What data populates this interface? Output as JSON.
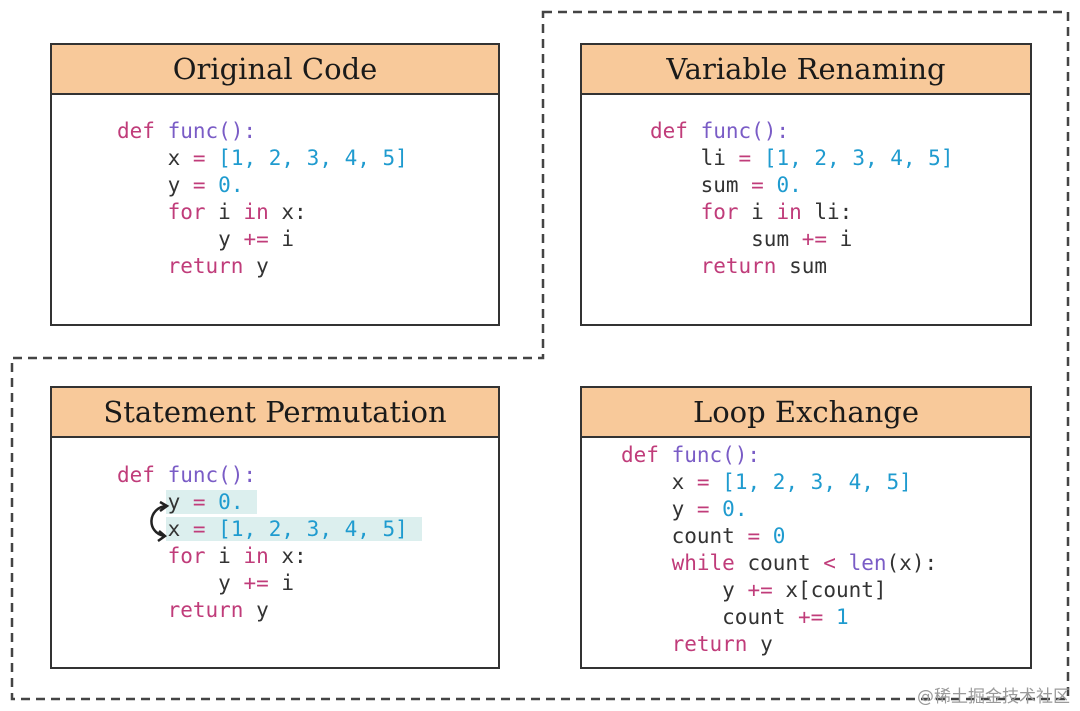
{
  "panels": {
    "original": {
      "title": "Original Code",
      "lines": [
        {
          "indent": 0,
          "tokens": [
            {
              "t": "def ",
              "c": "kw"
            },
            {
              "t": "func():",
              "c": "fn"
            }
          ]
        },
        {
          "indent": 1,
          "tokens": [
            {
              "t": "x ",
              "c": "txt"
            },
            {
              "t": "= ",
              "c": "op"
            },
            {
              "t": "[1, 2, 3, 4, 5]",
              "c": "num"
            }
          ]
        },
        {
          "indent": 1,
          "tokens": [
            {
              "t": "y ",
              "c": "txt"
            },
            {
              "t": "= ",
              "c": "op"
            },
            {
              "t": "0.",
              "c": "num"
            }
          ]
        },
        {
          "indent": 1,
          "tokens": [
            {
              "t": "for ",
              "c": "kw"
            },
            {
              "t": "i ",
              "c": "txt"
            },
            {
              "t": "in ",
              "c": "kw"
            },
            {
              "t": "x:",
              "c": "txt"
            }
          ]
        },
        {
          "indent": 2,
          "tokens": [
            {
              "t": "y ",
              "c": "txt"
            },
            {
              "t": "+= ",
              "c": "op"
            },
            {
              "t": "i",
              "c": "txt"
            }
          ]
        },
        {
          "indent": 1,
          "tokens": [
            {
              "t": "return ",
              "c": "kw"
            },
            {
              "t": "y",
              "c": "txt"
            }
          ]
        }
      ]
    },
    "renaming": {
      "title": "Variable Renaming",
      "lines": [
        {
          "indent": 0,
          "tokens": [
            {
              "t": "def ",
              "c": "kw"
            },
            {
              "t": "func():",
              "c": "fn"
            }
          ]
        },
        {
          "indent": 1,
          "tokens": [
            {
              "t": "li ",
              "c": "txt"
            },
            {
              "t": "= ",
              "c": "op"
            },
            {
              "t": "[1, 2, 3, 4, 5]",
              "c": "num"
            }
          ]
        },
        {
          "indent": 1,
          "tokens": [
            {
              "t": "sum ",
              "c": "txt"
            },
            {
              "t": "= ",
              "c": "op"
            },
            {
              "t": "0.",
              "c": "num"
            }
          ]
        },
        {
          "indent": 1,
          "tokens": [
            {
              "t": "for ",
              "c": "kw"
            },
            {
              "t": "i ",
              "c": "txt"
            },
            {
              "t": "in ",
              "c": "kw"
            },
            {
              "t": "li:",
              "c": "txt"
            }
          ]
        },
        {
          "indent": 2,
          "tokens": [
            {
              "t": "sum ",
              "c": "txt"
            },
            {
              "t": "+= ",
              "c": "op"
            },
            {
              "t": "i",
              "c": "txt"
            }
          ]
        },
        {
          "indent": 1,
          "tokens": [
            {
              "t": "return ",
              "c": "kw"
            },
            {
              "t": "sum",
              "c": "txt"
            }
          ]
        }
      ]
    },
    "permutation": {
      "title": "Statement Permutation",
      "lines": [
        {
          "indent": 0,
          "tokens": [
            {
              "t": "def ",
              "c": "kw"
            },
            {
              "t": "func():",
              "c": "fn"
            }
          ]
        },
        {
          "indent": 1,
          "highlight": true,
          "tokens": [
            {
              "t": "y ",
              "c": "txt"
            },
            {
              "t": "= ",
              "c": "op"
            },
            {
              "t": "0.",
              "c": "num"
            }
          ]
        },
        {
          "indent": 1,
          "highlight": true,
          "tokens": [
            {
              "t": "x ",
              "c": "txt"
            },
            {
              "t": "= ",
              "c": "op"
            },
            {
              "t": "[1, 2, 3, 4, 5]",
              "c": "num"
            }
          ]
        },
        {
          "indent": 1,
          "tokens": [
            {
              "t": "for ",
              "c": "kw"
            },
            {
              "t": "i ",
              "c": "txt"
            },
            {
              "t": "in ",
              "c": "kw"
            },
            {
              "t": "x:",
              "c": "txt"
            }
          ]
        },
        {
          "indent": 2,
          "tokens": [
            {
              "t": "y ",
              "c": "txt"
            },
            {
              "t": "+= ",
              "c": "op"
            },
            {
              "t": "i",
              "c": "txt"
            }
          ]
        },
        {
          "indent": 1,
          "tokens": [
            {
              "t": "return ",
              "c": "kw"
            },
            {
              "t": "y",
              "c": "txt"
            }
          ]
        }
      ]
    },
    "loop": {
      "title": "Loop Exchange",
      "lines": [
        {
          "indent": 0,
          "tokens": [
            {
              "t": "def ",
              "c": "kw"
            },
            {
              "t": "func():",
              "c": "fn"
            }
          ]
        },
        {
          "indent": 1,
          "tokens": [
            {
              "t": "x ",
              "c": "txt"
            },
            {
              "t": "= ",
              "c": "op"
            },
            {
              "t": "[1, 2, 3, 4, 5]",
              "c": "num"
            }
          ]
        },
        {
          "indent": 1,
          "tokens": [
            {
              "t": "y ",
              "c": "txt"
            },
            {
              "t": "= ",
              "c": "op"
            },
            {
              "t": "0.",
              "c": "num"
            }
          ]
        },
        {
          "indent": 1,
          "tokens": [
            {
              "t": "count ",
              "c": "txt"
            },
            {
              "t": "= ",
              "c": "op"
            },
            {
              "t": "0",
              "c": "num"
            }
          ]
        },
        {
          "indent": 1,
          "tokens": [
            {
              "t": "while ",
              "c": "kw"
            },
            {
              "t": "count ",
              "c": "txt"
            },
            {
              "t": "< ",
              "c": "op"
            },
            {
              "t": "len",
              "c": "fn"
            },
            {
              "t": "(x):",
              "c": "txt"
            }
          ]
        },
        {
          "indent": 2,
          "tokens": [
            {
              "t": "y ",
              "c": "txt"
            },
            {
              "t": "+= ",
              "c": "op"
            },
            {
              "t": "x[count]",
              "c": "txt"
            }
          ]
        },
        {
          "indent": 2,
          "tokens": [
            {
              "t": "count ",
              "c": "txt"
            },
            {
              "t": "+= ",
              "c": "op"
            },
            {
              "t": "1",
              "c": "num"
            }
          ]
        },
        {
          "indent": 1,
          "tokens": [
            {
              "t": "return ",
              "c": "kw"
            },
            {
              "t": "y",
              "c": "txt"
            }
          ]
        }
      ]
    }
  },
  "watermark": "@稀土掘金技术社区",
  "colors": {
    "header_bg": "#f8c99a",
    "keyword": "#c03c7a",
    "function": "#7a5cc6",
    "number": "#1f9bcf",
    "highlight": "#dcefee"
  }
}
